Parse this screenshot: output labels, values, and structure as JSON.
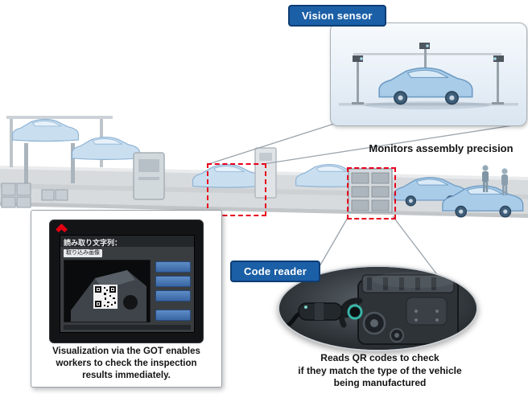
{
  "colors": {
    "label_bg": "#1b5fa6",
    "label_border": "#0d3d74",
    "highlight_red": "#e8001c",
    "car_blue": "#a9cce9",
    "floor_gray": "#d8dbdd",
    "reader_ring_teal": "#38b4a6",
    "mitsubishi_red": "#e60012"
  },
  "vision_sensor": {
    "label": "Vision sensor",
    "caption": "Monitors assembly precision"
  },
  "code_reader": {
    "label": "Code reader",
    "caption_lines": [
      "Reads QR codes to check",
      "if they match the type of the vehicle",
      "being manufactured"
    ]
  },
  "got": {
    "screen_title": "読み取り文字列：",
    "screen_sublabel": "取り込み画像",
    "caption_lines": [
      "Visualization via the GOT enables",
      "workers to check the inspection",
      "results immediately."
    ]
  }
}
